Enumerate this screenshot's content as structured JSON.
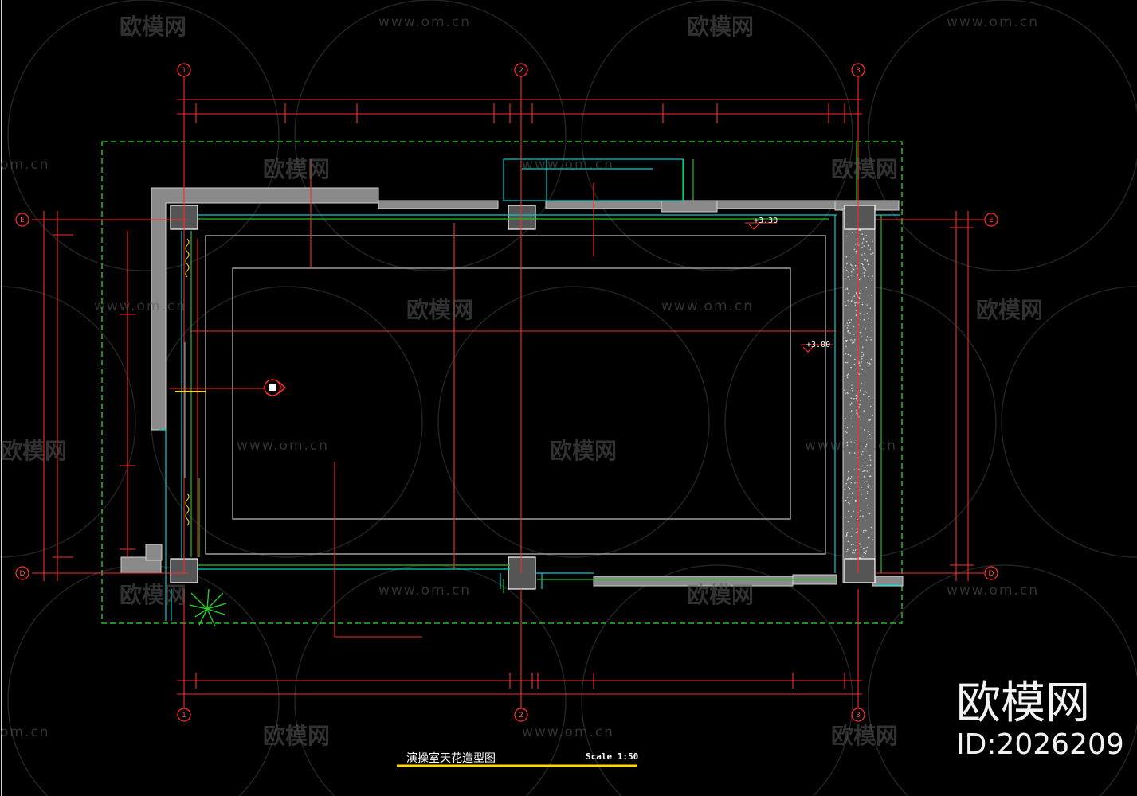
{
  "drawing": {
    "title": "演操室天花造型图",
    "scale": "Scale 1:50",
    "elevations": [
      "+3.30",
      "+3.00"
    ],
    "axis_labels": {
      "top": [
        "1",
        "2",
        "3"
      ],
      "bottom": [
        "1",
        "2",
        "3"
      ],
      "left": [
        "E",
        "D"
      ],
      "right": [
        "E",
        "D"
      ]
    },
    "colors": {
      "background": "#000000",
      "dimension": "#ff2a2a",
      "boundary": "#22c022",
      "wall": "#bfbfbf",
      "detail": "#00d0d0",
      "title_underline": "#ffd800"
    }
  },
  "watermark": {
    "brand": "欧模网",
    "url": "www.om.cn",
    "partial_url": "om.cn",
    "id": "ID:2026209"
  }
}
